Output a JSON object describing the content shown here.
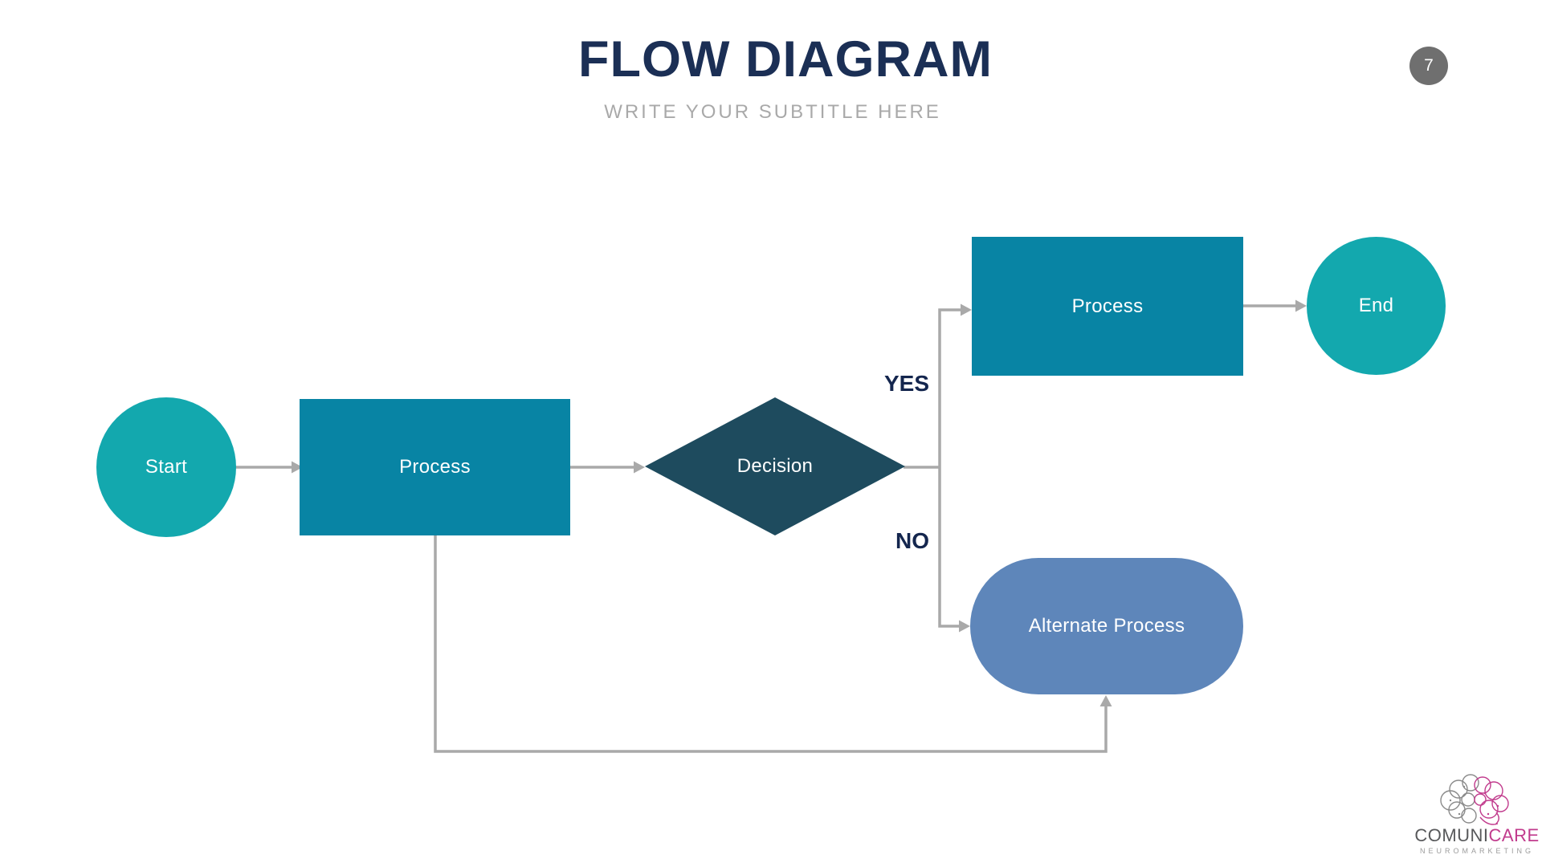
{
  "slide": {
    "title": "FLOW DIAGRAM",
    "subtitle": "WRITE YOUR SUBTITLE HERE",
    "page_number": "7"
  },
  "flowchart": {
    "nodes": [
      {
        "id": "start",
        "type": "terminator",
        "shape": "circle",
        "label": "Start"
      },
      {
        "id": "process-1",
        "type": "process",
        "shape": "rectangle",
        "label": "Process"
      },
      {
        "id": "decision",
        "type": "decision",
        "shape": "diamond",
        "label": "Decision"
      },
      {
        "id": "process-2",
        "type": "process",
        "shape": "rectangle",
        "label": "Process"
      },
      {
        "id": "end",
        "type": "terminator",
        "shape": "circle",
        "label": "End"
      },
      {
        "id": "alternate-process",
        "type": "alternate",
        "shape": "rounded-rectangle",
        "label": "Alternate Process"
      }
    ],
    "edges": [
      {
        "from": "start",
        "to": "process-1",
        "label": ""
      },
      {
        "from": "process-1",
        "to": "decision",
        "label": ""
      },
      {
        "from": "decision",
        "to": "process-2",
        "label": "YES"
      },
      {
        "from": "decision",
        "to": "alternate-process",
        "label": "NO"
      },
      {
        "from": "process-2",
        "to": "end",
        "label": ""
      },
      {
        "from": "process-1",
        "to": "alternate-process",
        "label": ""
      }
    ],
    "colors": {
      "terminator": "#13A8AE",
      "process": "#0884A4",
      "decision": "#1E4B5E",
      "alternate_process": "#5E86BA",
      "connector": "#A9A9A9",
      "branch_label": "#14264E"
    }
  },
  "header_colors": {
    "title": "#1B2F55",
    "subtitle": "#A9A9A9",
    "page_badge": "#6F6F6F"
  },
  "logo": {
    "brand_primary": "COMUNI",
    "brand_accent": "CARE",
    "tagline": "NEUROMARKETING",
    "colors": {
      "primary": "#58595B",
      "accent": "#C13B8D"
    }
  }
}
